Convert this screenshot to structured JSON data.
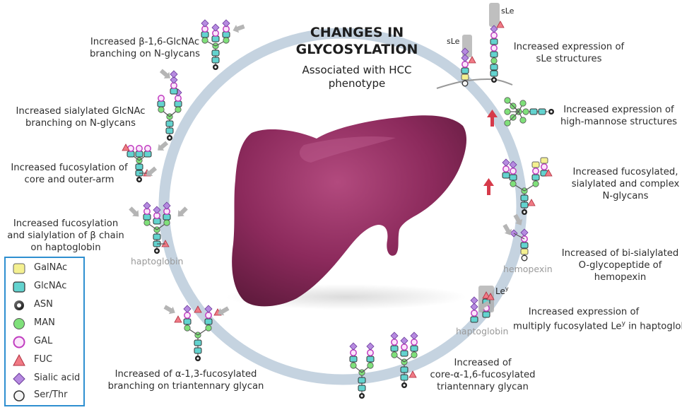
{
  "title_line1": "CHANGES IN",
  "title_line2": "GLYCOSYLATION",
  "subtitle_line1": "Associated with HCC",
  "subtitle_line2": "phenotype",
  "labels": {
    "gnac_branching": [
      "Increased β-1,6-GlcNAc",
      "branching on N-glycans"
    ],
    "sialylated_branching": [
      "Increased sialylated GlcNAc",
      "branching on N-glycans"
    ],
    "fucosylation_core": [
      "Increased fucosylation of",
      "core and outer-arm"
    ],
    "haptoglobin_beta": [
      "Increased fucosylation",
      "and sialylation of β chain",
      "on haptoglobin"
    ],
    "alpha13": [
      "Increased of α-1,3-fucosylated",
      "branching on triantennary glycan"
    ],
    "core_alpha16": [
      "Increased of",
      "core-α-1,6-fucosylated",
      "triantennary glycan"
    ],
    "ley": [
      "Increased expression of",
      "multiply fucosylated Le",
      "in haptoglobin"
    ],
    "ley_sup": "y",
    "bisialylated": [
      "Increased of bi-sialylated",
      "O-glycopeptide of",
      "hemopexin"
    ],
    "fucosylated_complex": [
      "Increased fucosylated,",
      "sialylated and complex",
      "N-glycans"
    ],
    "high_mannose": [
      "Increased expression of",
      "high-mannose structures"
    ],
    "sle_structures": [
      "Increased expression of",
      "sLe structures"
    ]
  },
  "protein_labels": {
    "haptoglobin_left": "haptoglobin",
    "hemopexin": "hemopexin",
    "haptoglobin_right": "haptoglobin"
  },
  "tags": {
    "sle_1": "sLe",
    "sle_2": "sLe",
    "ley": "Le",
    "ley_sup": "y"
  },
  "legend": [
    {
      "symbol": "galnac",
      "label": "GalNAc"
    },
    {
      "symbol": "glcnac",
      "label": "GlcNAc"
    },
    {
      "symbol": "asn",
      "label": "ASN"
    },
    {
      "symbol": "man",
      "label": "MAN"
    },
    {
      "symbol": "gal",
      "label": "GAL"
    },
    {
      "symbol": "fuc",
      "label": "FUC"
    },
    {
      "symbol": "sialic",
      "label": "Sialic acid"
    },
    {
      "symbol": "serthr",
      "label": "Ser/Thr"
    }
  ],
  "colors": {
    "ring": "#c5d3e0",
    "liver": "#8c2a5c",
    "galnac": "#f4f090",
    "glcnac": "#63d3cf",
    "man": "#7fe07a",
    "gal": "#ee9af0",
    "fuc": "#f07a85",
    "sialic": "#b68ae0",
    "arrow_up": "#d63a4a",
    "arrow_grey": "#b5b5b5",
    "legend_border": "#2e8fd0"
  }
}
